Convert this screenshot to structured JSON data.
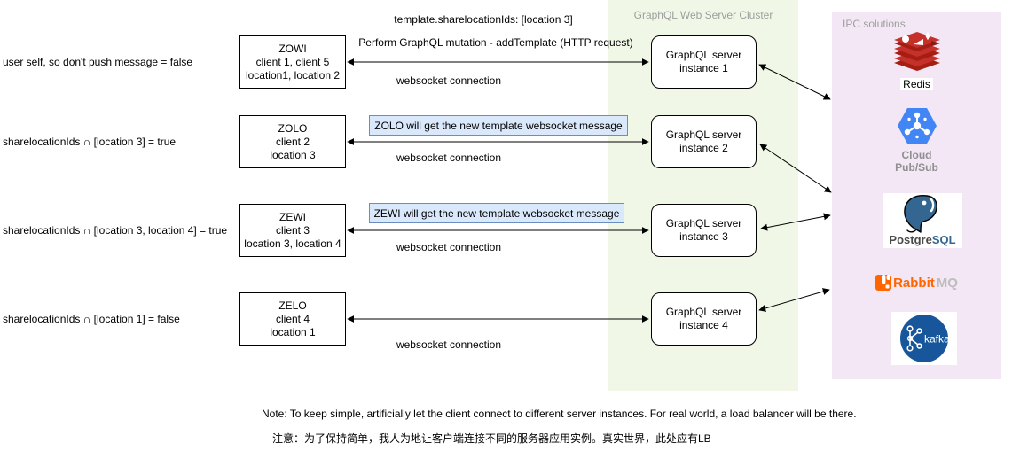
{
  "cluster": {
    "title": "GraphQL Web Server Cluster"
  },
  "ipc": {
    "title": "IPC solutions",
    "redis_label": "Redis",
    "pubsub_label_1": "Cloud",
    "pubsub_label_2": "Pub/Sub",
    "postgres_label_1": "Postgre",
    "postgres_label_2": "SQL",
    "rabbit_label_1": "Rabbit",
    "rabbit_label_2": "MQ",
    "kafka_label": "kafka"
  },
  "flow": {
    "top_label": "template.sharelocationIds: [location 3]",
    "mutation_label": "Perform GraphQL mutation - addTemplate (HTTP request)"
  },
  "rows": [
    {
      "left_label": "user self, so don't push message = false",
      "client": {
        "name": "ZOWI",
        "line2": "client 1, client 5",
        "line3": "location1, location 2"
      },
      "server": {
        "line1": "GraphQL server",
        "line2": "instance 1"
      },
      "connection_label": "websocket connection",
      "highlight": ""
    },
    {
      "left_label": "sharelocationIds ∩ [location 3] = true",
      "client": {
        "name": "ZOLO",
        "line2": "client 2",
        "line3": "location 3"
      },
      "server": {
        "line1": "GraphQL server",
        "line2": "instance 2"
      },
      "connection_label": "websocket connection",
      "highlight": "ZOLO will get the new template websocket message"
    },
    {
      "left_label": "sharelocationIds ∩ [location 3, location 4] = true",
      "client": {
        "name": "ZEWI",
        "line2": "client 3",
        "line3": "location 3, location 4"
      },
      "server": {
        "line1": "GraphQL server",
        "line2": "instance 3"
      },
      "connection_label": "websocket connection",
      "highlight": "ZEWI will get the new template websocket message"
    },
    {
      "left_label": "sharelocationIds ∩ [location 1] = false",
      "client": {
        "name": "ZELO",
        "line2": "client 4",
        "line3": "location 1"
      },
      "server": {
        "line1": "GraphQL server",
        "line2": "instance 4"
      },
      "connection_label": "websocket connection",
      "highlight": ""
    }
  ],
  "notes": {
    "en": "Note: To keep simple, artificially let the client connect to different server instances. For real world, a load balancer will be there.",
    "cn": "注意：为了保持简单，我人为地让客户端连接不同的服务器应用实例。真实世界，此处应有LB"
  },
  "colors": {
    "cluster_bg": "#f1f7e6",
    "ipc_bg": "#f3e7f6",
    "highlight_bg": "#dae8fc",
    "highlight_border": "#6c8ebf",
    "redis_red": "#c6302b",
    "pubsub_blue": "#4285f4",
    "postgres_blue": "#336791",
    "rabbit_orange": "#ff6600",
    "kafka_blue": "#17569b"
  }
}
